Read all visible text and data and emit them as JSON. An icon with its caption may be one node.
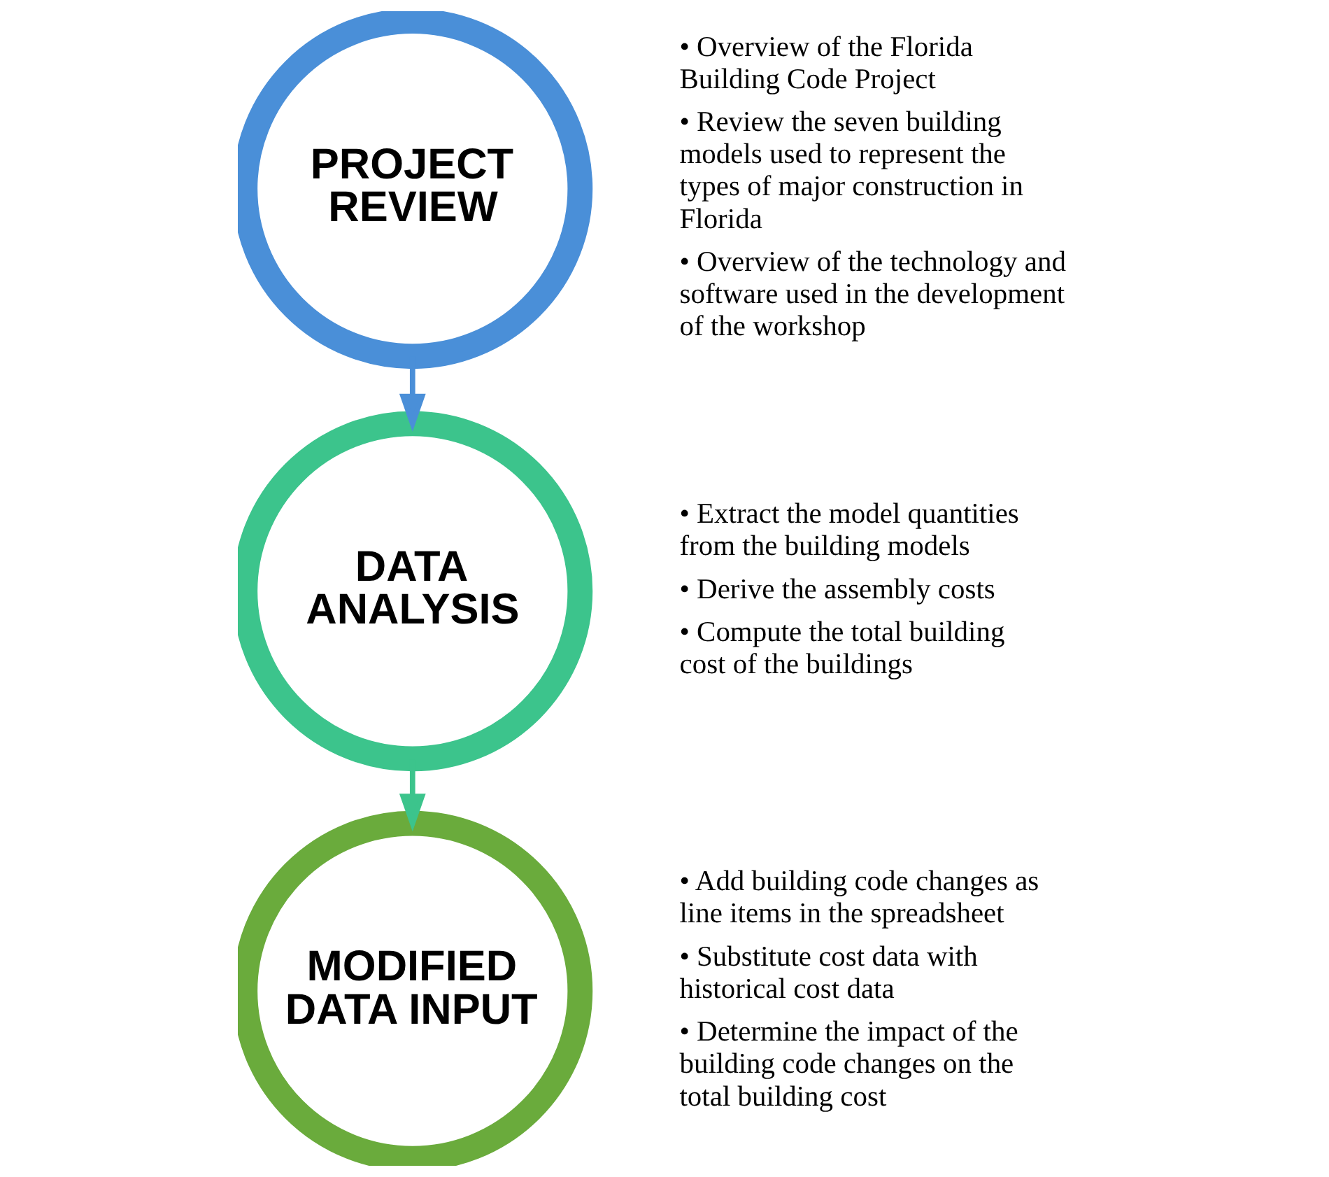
{
  "diagram": {
    "nodes": [
      {
        "text": [
          "PROJECT REVIEW"
        ],
        "beside": [
          "• Overview of the Florida Building Code Project",
          "• Review the seven building models used to represent the types of major construction in Florida",
          "• Overview of the technology and software used in the development of the workshop"
        ]
      },
      {
        "text": [
          "DATA ANALYSIS"
        ],
        "beside": [
          "• Extract the model quantities from the building models",
          "• Derive the assembly costs",
          "• Compute the total building cost of the buildings"
        ]
      },
      {
        "text": [
          "MODIFIED DATA INPUT"
        ],
        "beside": [
          "• Add building code changes as line items in the spreadsheet",
          "• Substitute cost data with historical cost data",
          "• Determine the impact of the building code changes on the total building cost"
        ]
      }
    ],
    "edges": [
      {
        "from": 0,
        "to": 1,
        "arrow": "to"
      },
      {
        "from": 1,
        "to": 2,
        "arrow": "to"
      }
    ]
  }
}
